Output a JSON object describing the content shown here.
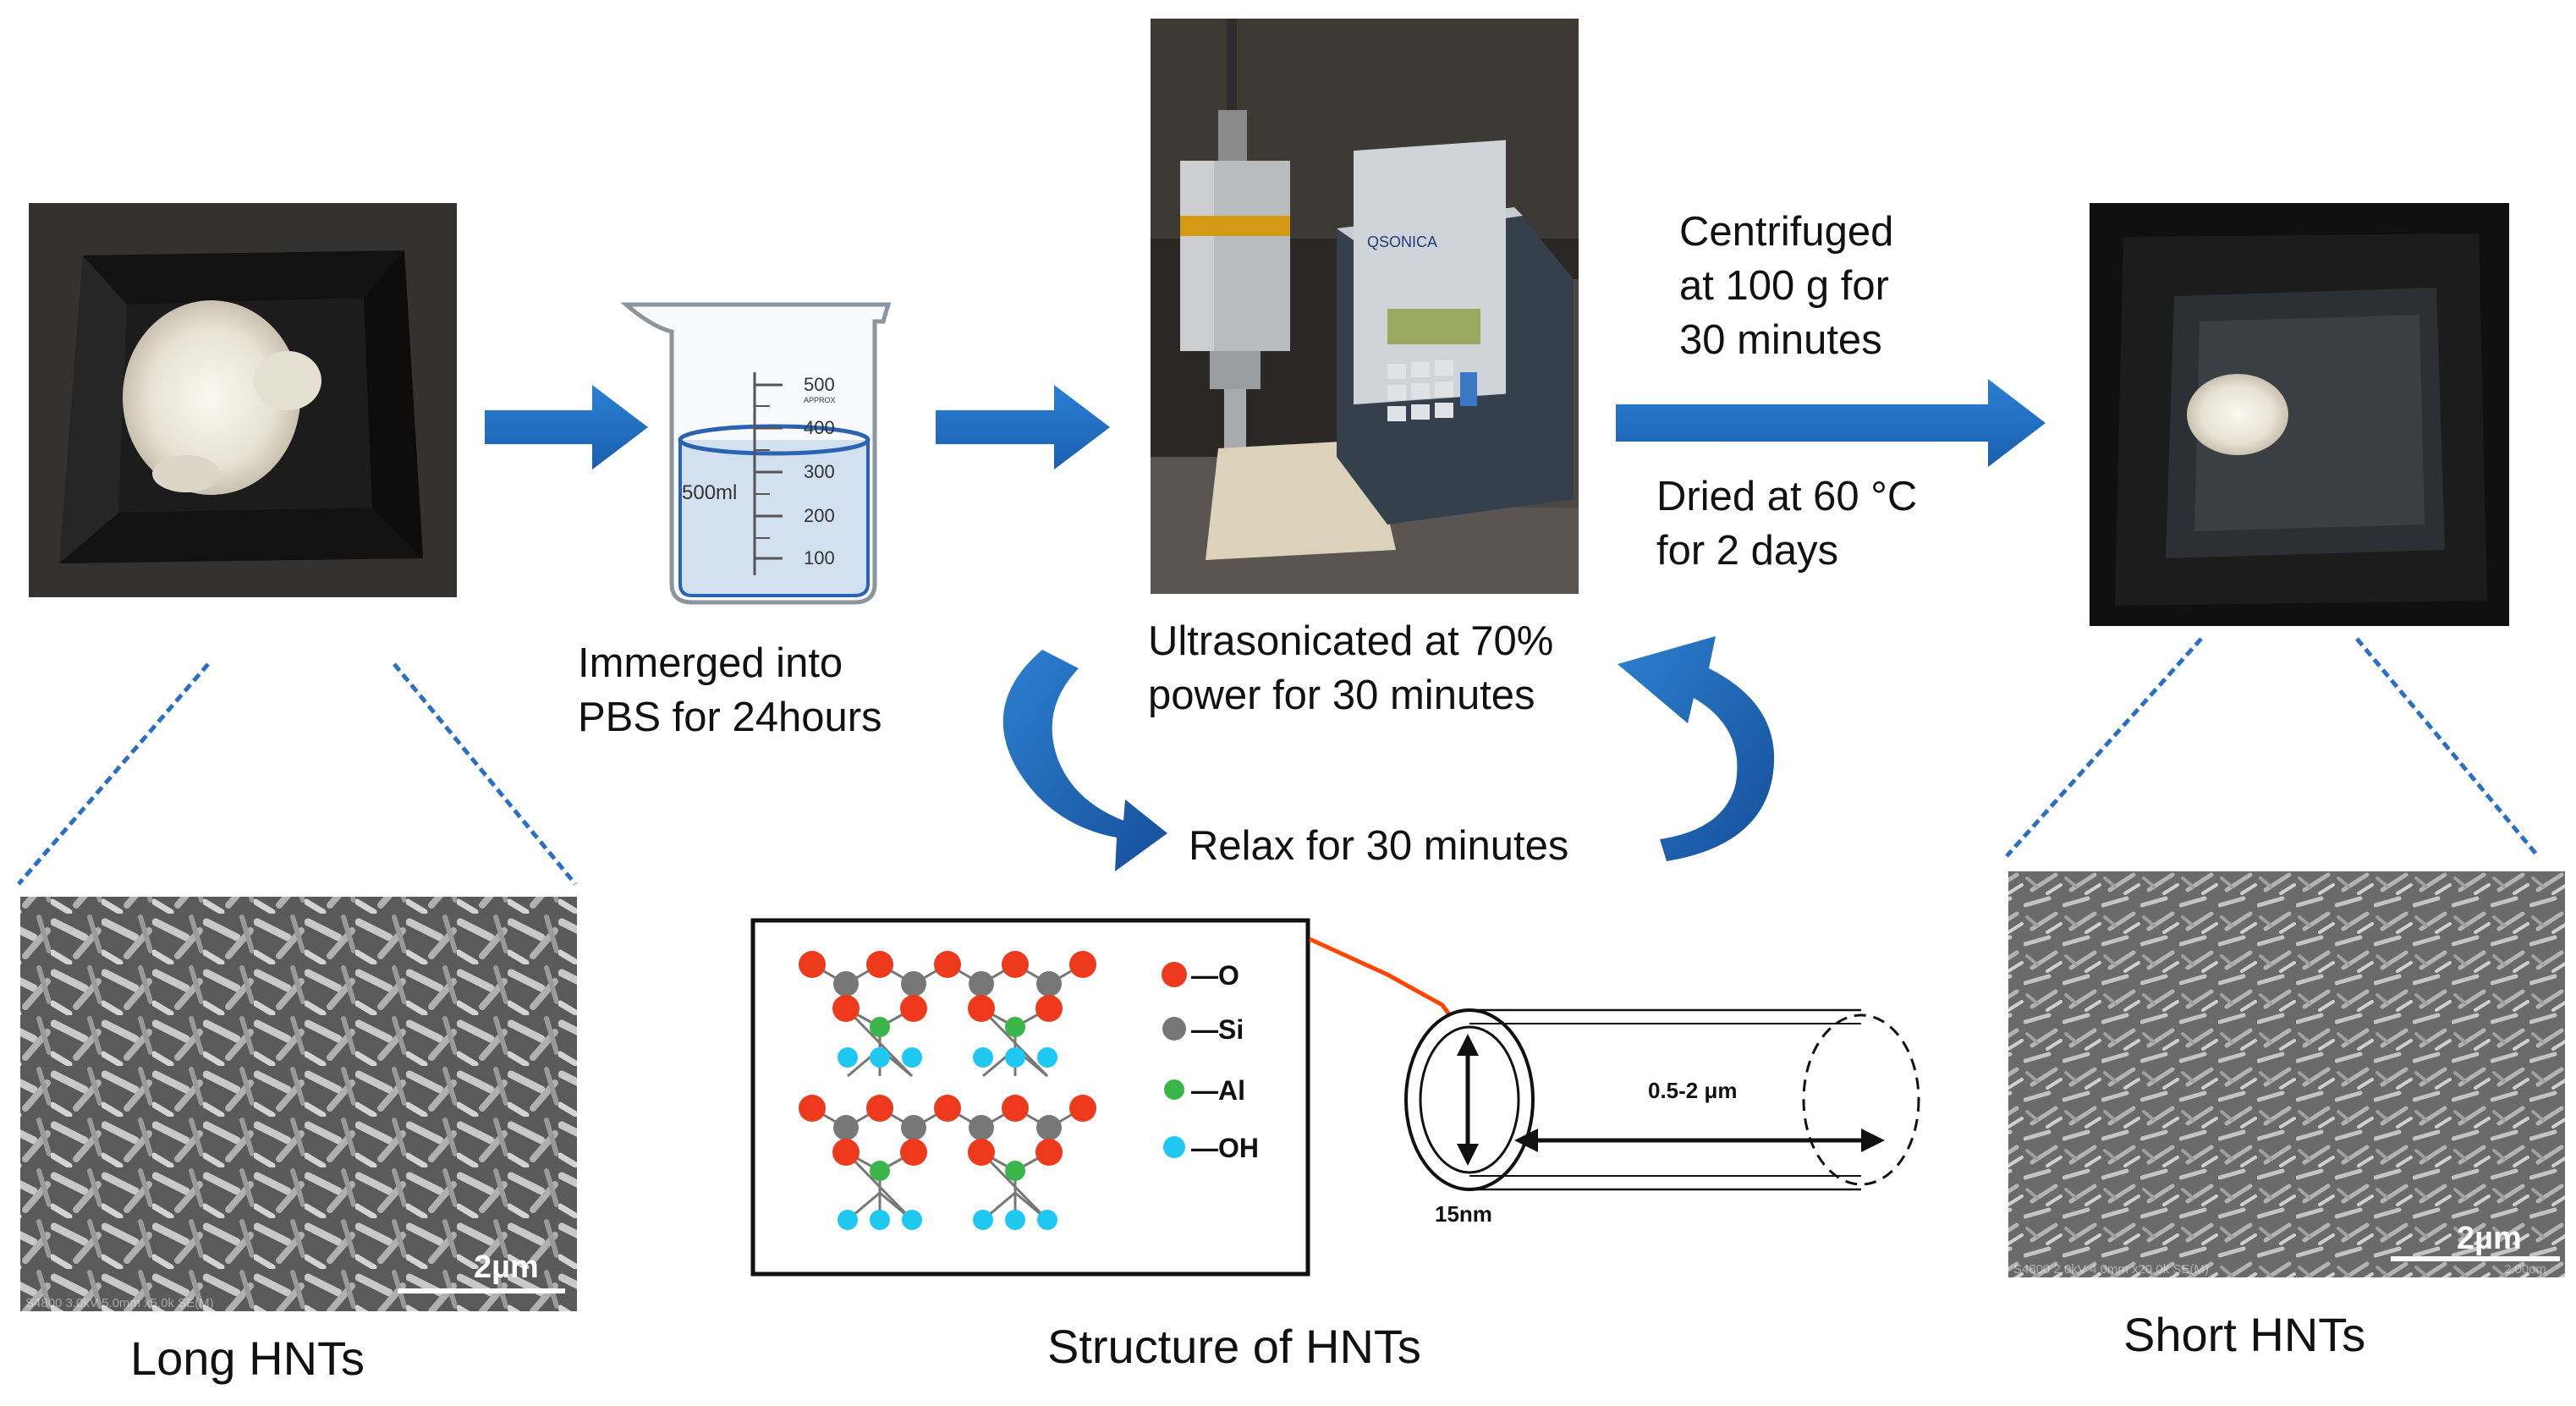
{
  "labels": {
    "immerged_line1": "Immerged into",
    "immerged_line2": "PBS for 24hours",
    "ultrasonic_line1": "Ultrasonicated at 70%",
    "ultrasonic_line2": "power for 30 minutes",
    "relax": "Relax for 30 minutes",
    "centrifuged_line1": "Centrifuged",
    "centrifuged_line2": "at 100 g for",
    "centrifuged_line3": "30 minutes",
    "dried_line1": "Dried  at 60 °C",
    "dried_line2": "for 2 days"
  },
  "captions": {
    "long": "Long HNTs",
    "structure": "Structure of HNTs",
    "short": "Short HNTs"
  },
  "beaker": {
    "marks": [
      "500",
      "400",
      "300",
      "200",
      "100"
    ],
    "approx": "APPROX",
    "volume": "500ml"
  },
  "sonicator": {
    "brand": "QSONICA"
  },
  "sem": {
    "long_scale": "2µm",
    "long_info": "S4800 3.0kV 5.0mm x5.0k SE(M)",
    "short_scale": "2µm",
    "short_info": "S4800 2.0kV 4.0mm x20.0k SE(M)",
    "short_tick": "2.00um"
  },
  "structure": {
    "legend": [
      {
        "label": "—O",
        "color": "#ee3a1c"
      },
      {
        "label": "—Si",
        "color": "#777777"
      },
      {
        "label": "—Al",
        "color": "#39b54a"
      },
      {
        "label": "—OH",
        "color": "#1ec8f0"
      }
    ],
    "length": "0.5-2 μm",
    "diameter": "15nm"
  },
  "colors": {
    "arrow_blue": "#1f6fc2",
    "orange_line": "#ff4500"
  }
}
